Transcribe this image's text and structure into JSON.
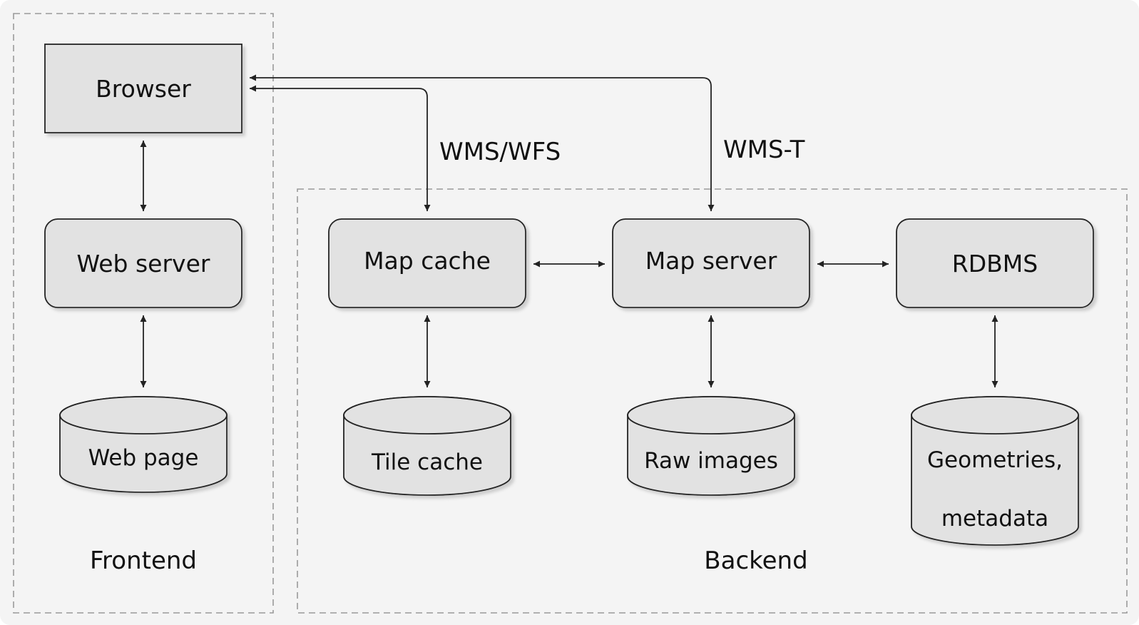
{
  "colors": {
    "background": "#f4f4f4",
    "node_fill": "#e2e2e2",
    "stroke": "#222222",
    "region_border": "#9a9a9a",
    "shadow": "#c8c8c8"
  },
  "regions": {
    "frontend": {
      "label": "Frontend"
    },
    "backend": {
      "label": "Backend"
    }
  },
  "nodes": {
    "browser": {
      "label": "Browser",
      "shape": "rectangle"
    },
    "web_server": {
      "label": "Web server",
      "shape": "rounded-box"
    },
    "map_cache": {
      "label": "Map cache",
      "shape": "rounded-box"
    },
    "map_server": {
      "label": "Map server",
      "shape": "rounded-box"
    },
    "rdbms": {
      "label": "RDBMS",
      "shape": "rounded-box"
    },
    "web_page": {
      "label": "Web page",
      "shape": "cylinder"
    },
    "tile_cache": {
      "label": "Tile cache",
      "shape": "cylinder"
    },
    "raw_images": {
      "label": "Raw images",
      "shape": "cylinder"
    },
    "geometries": {
      "label": "Geometries,\nmetadata",
      "shape": "cylinder"
    }
  },
  "edges": {
    "browser_map_cache": {
      "label": "WMS/WFS"
    },
    "browser_map_server": {
      "label": "WMS-T"
    }
  },
  "connections": [
    [
      "browser",
      "web_server"
    ],
    [
      "web_server",
      "web_page"
    ],
    [
      "browser",
      "map_cache"
    ],
    [
      "browser",
      "map_server"
    ],
    [
      "map_cache",
      "map_server"
    ],
    [
      "map_server",
      "rdbms"
    ],
    [
      "map_cache",
      "tile_cache"
    ],
    [
      "map_server",
      "raw_images"
    ],
    [
      "rdbms",
      "geometries"
    ]
  ]
}
